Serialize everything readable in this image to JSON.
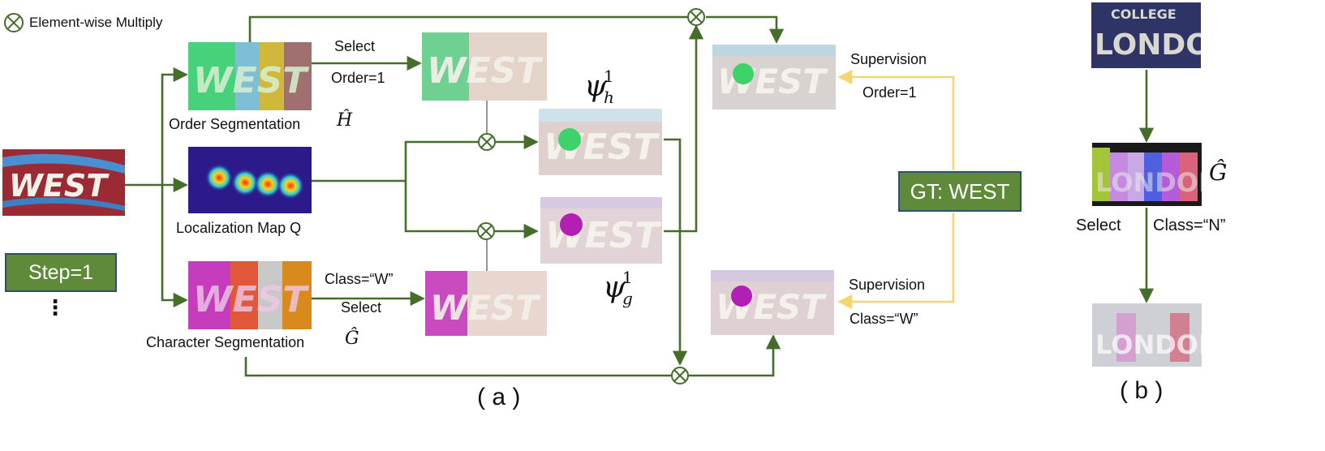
{
  "legend": {
    "text": "Element-wise  Multiply"
  },
  "inputs": {
    "step": "Step=1",
    "ellipsis": "⋮"
  },
  "labels": {
    "order_seg": "Order  Segmentation",
    "order_seg_sym": "Ĥ",
    "loc_map": "Localization  Map  Q",
    "char_seg": "Character  Segmentation",
    "char_seg_sym": "Ĝ",
    "select_top": "Select",
    "order_top": "Order=1",
    "class_w": "Class=“W”",
    "select_bottom": "Select",
    "psi_h": "ψ",
    "psi_h_sup": "1",
    "psi_h_sub": "h",
    "psi_g": "ψ",
    "psi_g_sup": "1",
    "psi_g_sub": "g",
    "supervision_top": "Supervision",
    "order_right": "Order=1",
    "supervision_bottom": "Supervision",
    "class_right": "Class=“W”",
    "gt": "GT: WEST",
    "caption_a": "( a )"
  },
  "panel_b": {
    "g_sym": "Ĝ",
    "select": "Select",
    "class_n": "Class=“N”",
    "caption": "( b )"
  },
  "image_text": {
    "west": "WEST",
    "london": "LONDON",
    "college": "COLLEGE"
  },
  "colors": {
    "wire": "#456d2b",
    "gt_arrow": "#f5d66e",
    "box_fill": "#5e8a3a",
    "box_border": "#2d4f6e"
  }
}
